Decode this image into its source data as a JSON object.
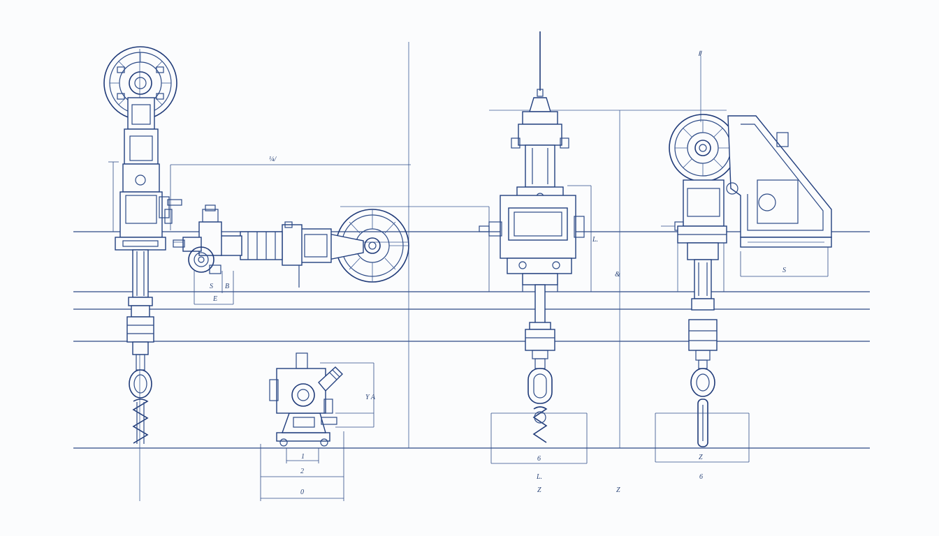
{
  "labels": {
    "top_dim": "¼/",
    "hook_top": "Ⅱ",
    "small_dim_a": "S",
    "small_dim_b": "B",
    "small_dim_c": "E",
    "center_right_dim": "L.",
    "center_vert_dim": "&",
    "right_bottom_dim": "S",
    "small_motor_v": "Y A",
    "small_motor_w1": "1",
    "small_motor_w2": "2",
    "small_motor_w3": "0",
    "center_w": "6",
    "right_w": "Z",
    "below_1": "L.",
    "below_2": "Z",
    "below_3": "Z",
    "below_4": "6"
  },
  "colors": {
    "ink": "#2c4a86",
    "paper": "#fbfcfd"
  }
}
